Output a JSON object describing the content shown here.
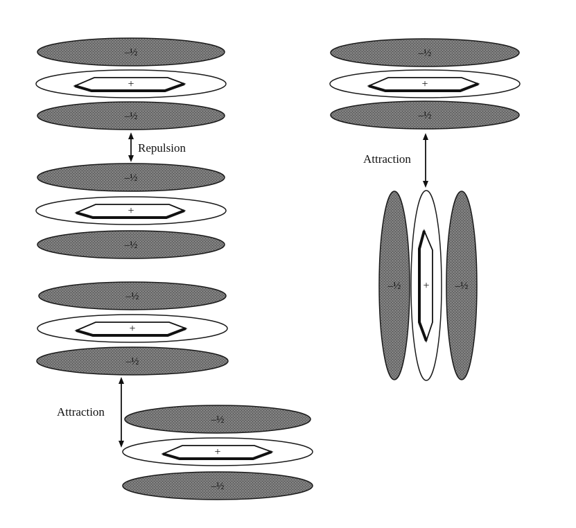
{
  "stacks": {
    "repulsion_pair": {
      "top": {
        "upper_lobe": "–½",
        "ring_charge": "+",
        "lower_lobe": "–½"
      },
      "bottom": {
        "upper_lobe": "–½",
        "ring_charge": "+",
        "lower_lobe": "–½"
      }
    },
    "offset_pair": {
      "top": {
        "upper_lobe": "–½",
        "ring_charge": "+",
        "lower_lobe": "–½"
      },
      "bottom": {
        "upper_lobe": "–½",
        "ring_charge": "+",
        "lower_lobe": "–½"
      }
    },
    "t_shaped": {
      "top": {
        "upper_lobe": "–½",
        "ring_charge": "+",
        "lower_lobe": "–½"
      },
      "vertical": {
        "left_lobe": "–½",
        "ring_charge": "+",
        "right_lobe": "–½"
      }
    }
  },
  "labels": {
    "repulsion": "Repulsion",
    "attraction_offset": "Attraction",
    "attraction_t": "Attraction"
  },
  "colors": {
    "lobe_fill": "#6f6f6f",
    "lobe_stroke": "#1a1a1a",
    "ring_fill": "#ffffff",
    "ink": "#111111"
  }
}
